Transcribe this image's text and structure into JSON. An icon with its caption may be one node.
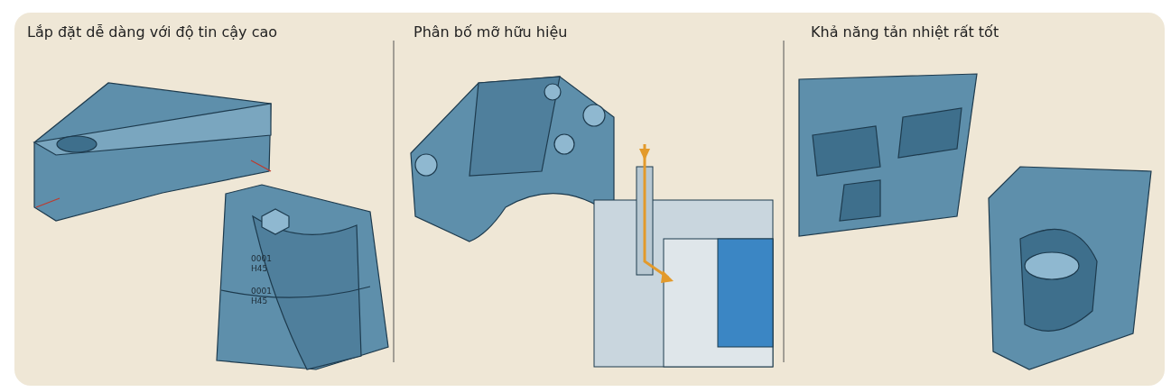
{
  "diagram": {
    "labels": [
      "Lắp đặt dễ dàng với độ tin cậy cao",
      "Phân bố mỡ hữu hiệu",
      "Khả năng tản nhiệt rất tốt",
      "0001 H45",
      "0001 H45"
    ]
  }
}
